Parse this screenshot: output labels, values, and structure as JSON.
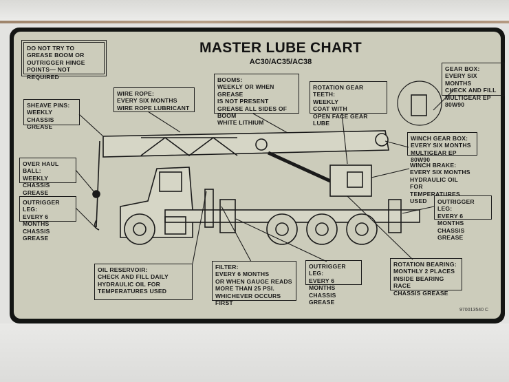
{
  "title": "MASTER LUBE CHART",
  "subtitle": "AC30/AC35/AC38",
  "part_number": "970013540 C",
  "callouts": {
    "do_not_grease": "DO NOT TRY TO\nGREASE BOOM OR\nOUTRIGGER HINGE\nPOINTS— NOT REQUIRED",
    "sheave_pins": "SHEAVE PINS:\nWEEKLY\nCHASSIS GREASE",
    "wire_rope": "WIRE ROPE:\nEVERY SIX MONTHS\nWIRE ROPE LUBRICANT",
    "booms": "BOOMS:\nWEEKLY OR WHEN GREASE\nIS NOT PRESENT\nGREASE ALL SIDES OF BOOM\nWHITE LITHIUM",
    "rotation_gear_teeth": "ROTATION GEAR TEETH:\nWEEKLY\nCOAT WITH\nOPEN FACE GEAR LUBE",
    "gear_box": "GEAR BOX:\nEVERY SIX MONTHS\nCHECK AND FILL\nMULTIGEAR EP 80W90",
    "over_haul_ball": "OVER HAUL BALL:\nWEEKLY\nCHASSIS GREASE",
    "winch_gear_box": "WINCH GEAR BOX:\nEVERY SIX MONTHS\nMULTIGEAR EP 80W90",
    "winch_brake": "WINCH BRAKE:\nEVERY SIX MONTHS\nHYDRAULIC OIL FOR\nTEMPERATURES USED",
    "outrigger_leg_left": "OUTRIGGER LEG:\nEVERY 6 MONTHS\nCHASSIS GREASE",
    "outrigger_leg_right": "OUTRIGGER LEG:\nEVERY 6 MONTHS\nCHASSIS GREASE",
    "outrigger_leg_center": "OUTRIGGER LEG:\nEVERY 6 MONTHS\nCHASSIS GREASE",
    "oil_reservoir": "OIL RESERVOIR:\nCHECK AND FILL DAILY\nHYDRAULIC OIL FOR\nTEMPERATURES USED",
    "filter": "FILTER:\nEVERY 6 MONTHS\nOR WHEN GAUGE READS\nMORE THAN 25 PSI.\nWHICHEVER OCCURS FIRST",
    "rotation_bearing": "ROTATION BEARING:\nMONTHLY  2 PLACES\nINSIDE BEARING RACE\nCHASSIS GREASE"
  },
  "colors": {
    "decal_frame": "#131513",
    "decal_face": "#ccccbb",
    "ink": "#1a1a1a"
  }
}
